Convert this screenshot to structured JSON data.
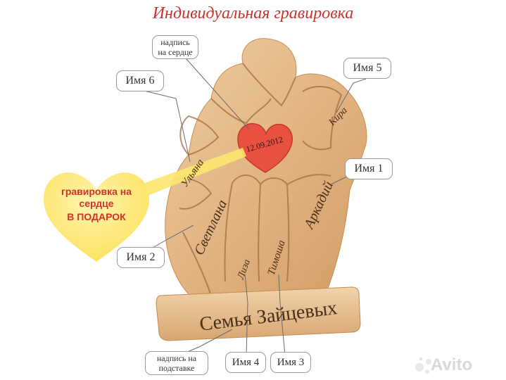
{
  "title": "Индивидуальная гравировка",
  "callouts": {
    "heart_note": "надпись на сердце",
    "name6": "Имя 6",
    "name5": "Имя 5",
    "name1": "Имя 1",
    "name2": "Имя 2",
    "name4": "Имя 4",
    "name3": "Имя 3",
    "stand_note": "надпись на подставке"
  },
  "engravings": {
    "date": "12.09.2012",
    "arkadiy": "Аркадий",
    "svetlana": "Светлана",
    "ulyana": "Ульяна",
    "kira": "Кира",
    "liza": "Лиза",
    "timosha": "Тимоша",
    "family": "Семья Зайцевых"
  },
  "promo": {
    "line1": "гравировка на",
    "line2": "сердце",
    "line3": "В ПОДАРОК"
  },
  "watermark": "Avito",
  "colors": {
    "title_red": "#c9322d",
    "wood": "#e3b888",
    "wood_dark": "#b98652",
    "heart": "#e8503f",
    "promo_heart": "#fde56e"
  }
}
